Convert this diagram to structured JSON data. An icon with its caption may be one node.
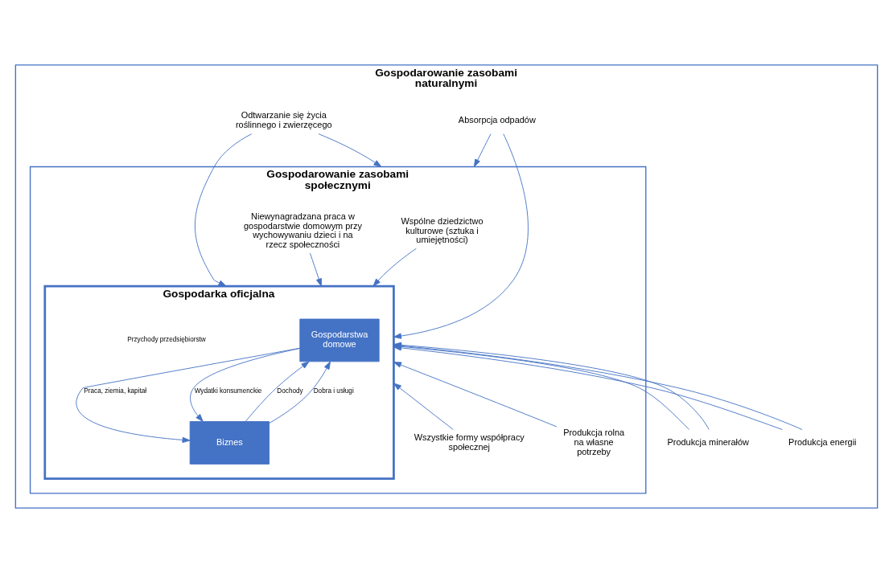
{
  "diagram": {
    "nodes": [
      {
        "text": [
          "Gospodarowanie zasobami naturalnymi"
        ]
      },
      {
        "text": [
          "Absorpcja odpadów"
        ],
        "in": 0
      },
      {
        "text": [
          "Odtwarzanie się życia roślinnego i zwierzęcego"
        ],
        "in": 0
      },
      {
        "text": [
          "Gospodarowanie zasobami społecznymi"
        ],
        "in": 0
      },
      {
        "text": [
          "Wspólne dziedzictwo kulturowe (sztuka i umiejętności)"
        ],
        "in": 3
      },
      {
        "text": [
          "Niewynagradzana praca w gospodarstwie domowym przy wychowywaniu dzieci i na rzecz społeczności"
        ],
        "in": 3
      },
      {
        "text": [
          "Wszystkie formy współpracy społecznej"
        ],
        "in": 3
      },
      {
        "text": [
          "Produkcja rolna na własne potrzeby"
        ],
        "in": 3
      },
      {
        "text": [
          "Gospodarka oficjalna"
        ],
        "in": 3
      },
      {
        "text": [
          "Gospodarstwa domowe"
        ],
        "in": 8
      },
      {
        "text": [
          "Biznes"
        ],
        "in": 8
      },
      {
        "text": [
          "Produkcja minerałów"
        ],
        "in": 0
      },
      {
        "text": [
          "Produkcja energii"
        ],
        "in": 0
      }
    ],
    "edges": [
      {
        "from": 1,
        "to": 3,
        "arrow": "to"
      },
      {
        "from": 1,
        "to": 8,
        "arrow": "to"
      },
      {
        "from": 2,
        "to": 8,
        "arrow": "to"
      },
      {
        "from": 2,
        "to": 3,
        "arrow": "to"
      },
      {
        "from": 4,
        "to": 8,
        "arrow": "to"
      },
      {
        "from": 5,
        "to": 8,
        "arrow": "to"
      },
      {
        "from": 6,
        "to": 8,
        "arrow": "to"
      },
      {
        "from": 7,
        "to": 8,
        "arrow": "to"
      },
      {
        "from": 11,
        "to": 8,
        "arrow": "to"
      },
      {
        "from": 11,
        "to": 8,
        "arrow": "to"
      },
      {
        "from": 12,
        "to": 8,
        "arrow": "to"
      },
      {
        "from": 12,
        "to": 8,
        "arrow": "to"
      },
      {
        "from": 10,
        "to": 9,
        "label": "Dochody",
        "arrow": "to"
      },
      {
        "from": 9,
        "to": 10,
        "label": "Praca, ziemia, kapitał",
        "arrow": "to"
      },
      {
        "from": 10,
        "to": 9,
        "label": "Dobra i usługi",
        "arrow": "to"
      },
      {
        "from": 9,
        "to": 10,
        "label": "Wydatki konsumenckie",
        "arrow": "to"
      }
    ],
    "labels": [
      "Przychody przedsiębiorstw"
    ]
  }
}
